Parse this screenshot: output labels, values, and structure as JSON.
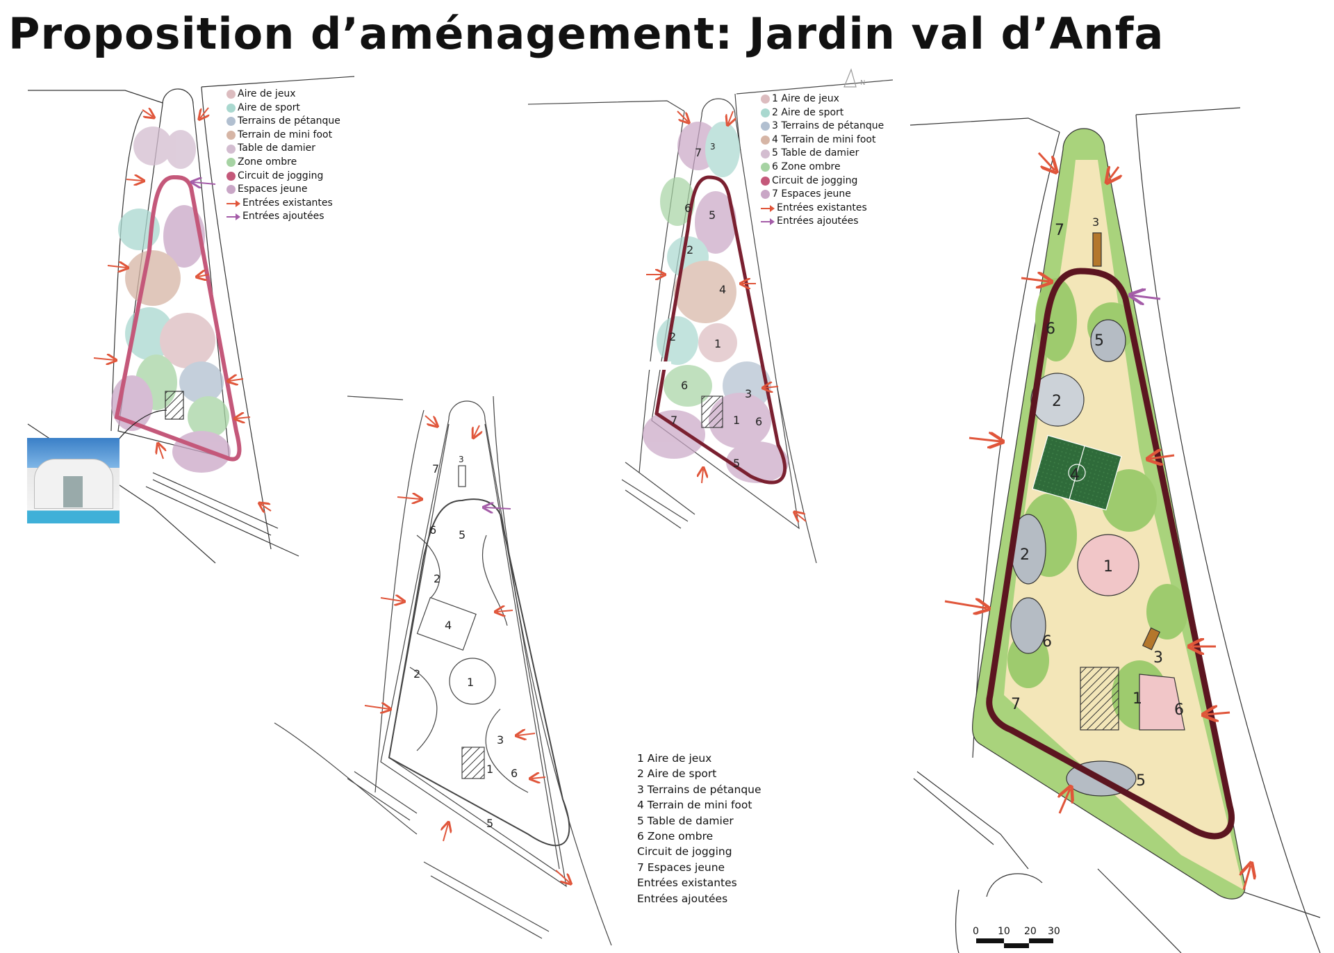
{
  "title": "Proposition d’aménagement: Jardin val d’Anfa",
  "legend_colors": {
    "aire_de_jeux": "#dcbcbf",
    "aire_de_sport": "#a9d8cf",
    "terrains_petanque": "#b1bfd0",
    "mini_foot": "#d6b5a5",
    "table_damier": "#d3bdd0",
    "zone_ombre": "#a6d3a3",
    "jogging": "#c4587a",
    "espaces_jeune": "#c9a6c6",
    "entree_existante": "#e0553a",
    "entree_ajoutee": "#a45ca8"
  },
  "legend1": [
    "Aire de jeux",
    "Aire de sport",
    "Terrains de pétanque",
    "Terrain de mini foot",
    "Table de damier",
    "Zone ombre",
    "Circuit de jogging",
    "Espaces jeune",
    "Entrées existantes",
    "Entrées ajoutées"
  ],
  "legend2": [
    "1 Aire de jeux",
    "2 Aire de sport",
    "3 Terrains de pétanque",
    "4 Terrain de mini foot",
    "5 Table de damier",
    "6 Zone ombre",
    "Circuit de jogging",
    "7 Espaces jeune",
    "Entrées existantes",
    "Entrées ajoutées"
  ],
  "legend3": [
    "1 Aire de jeux",
    "2 Aire de sport",
    "3 Terrains de pétanque",
    "4 Terrain de mini foot",
    "5 Table de damier",
    "6 Zone ombre",
    "Circuit de jogging",
    "7 Espaces jeune",
    "Entrées existantes",
    "Entrées ajoutées"
  ],
  "zones": {
    "z1": "1",
    "z2": "2",
    "z3": "3",
    "z4": "4",
    "z5": "5",
    "z6": "6",
    "z7": "7"
  },
  "scale_bar": [
    "0",
    "10",
    "20",
    "30"
  ],
  "north": "N"
}
